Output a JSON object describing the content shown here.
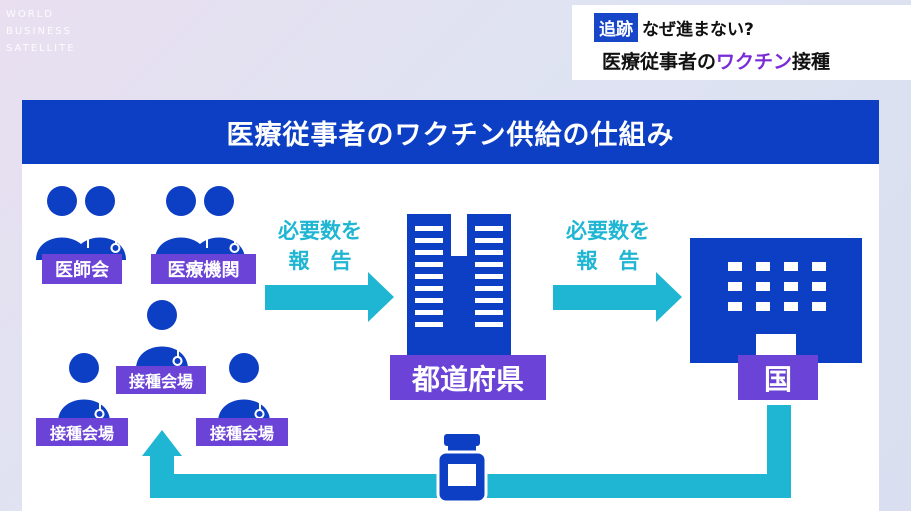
{
  "logo": {
    "line1": "WORLD",
    "line2": "BUSINESS",
    "line3": "SATELLITE"
  },
  "caption": {
    "tag": "追跡",
    "question": "なぜ進まない?",
    "line2_prefix": "医療従事者の",
    "line2_highlight": "ワクチン",
    "line2_suffix": "接種"
  },
  "panel": {
    "title": "医療従事者のワクチン供給の仕組み",
    "doctors": [
      "医師会",
      "医療機関"
    ],
    "venues": [
      "接種会場",
      "接種会場",
      "接種会場"
    ],
    "report_arrow_1": {
      "line1": "必要数を",
      "line2": "報　告"
    },
    "report_arrow_2": {
      "line1": "必要数を",
      "line2": "報　告"
    },
    "prefecture": "都道府県",
    "country": "国"
  },
  "colors": {
    "navy": "#0d3fc5",
    "purple": "#6b43d6",
    "cyan": "#1fb6d3",
    "highlight": "#7a2bd6"
  },
  "icons": [
    "doctor-icon",
    "prefecture-building-icon",
    "country-building-icon",
    "vaccine-vial-icon",
    "arrow-right-icon",
    "arrow-up-icon"
  ]
}
